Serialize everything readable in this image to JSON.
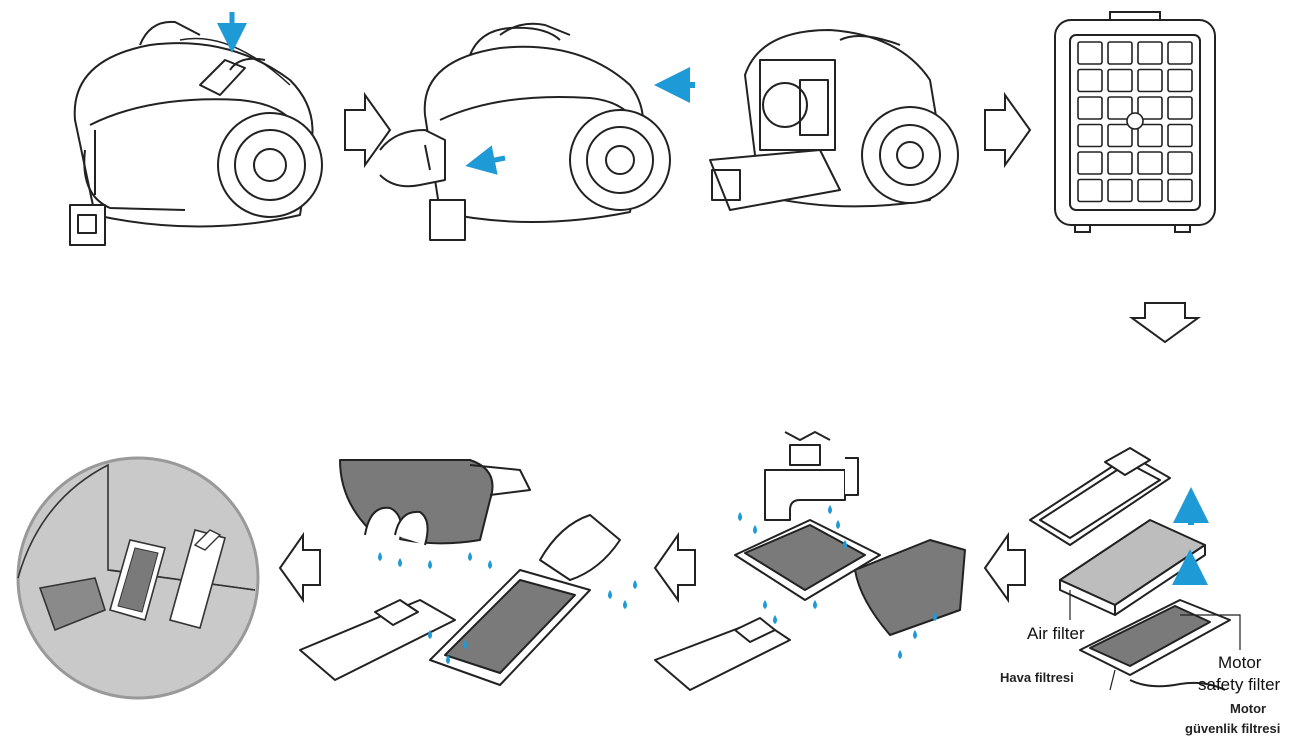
{
  "labels": {
    "air_filter": "Air filter",
    "hava_filtresi": "Hava filtresi",
    "motor_safety_filter_line1": "Motor",
    "motor_safety_filter_line2": "safety filter",
    "motor_guvenlik_line1": "Motor",
    "motor_guvenlik_line2": "güvenlik filtresi"
  },
  "colors": {
    "accent": "#1e9ad6",
    "line": "#222222",
    "filter_fill": "#7a7a7a",
    "circle_bg": "#c9c9c9"
  },
  "icons": [
    "step-arrow-right",
    "step-arrow-down",
    "step-arrow-left",
    "blue-direction-arrow",
    "water-drop"
  ]
}
